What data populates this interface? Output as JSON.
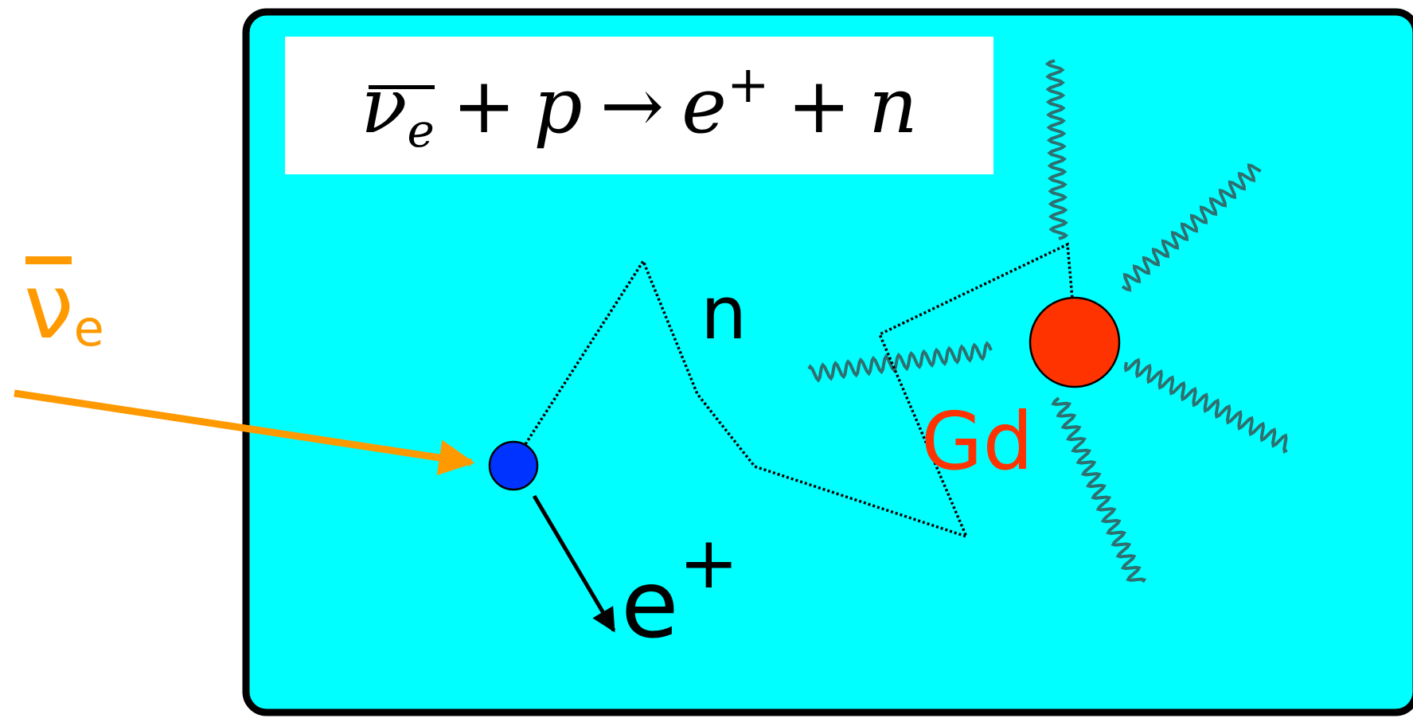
{
  "equation": {
    "nu": "ν",
    "nu_sub": "e",
    "plus1": "+",
    "p": "p",
    "arrow": "→",
    "e": "e",
    "e_sup": "+",
    "plus2": "+",
    "n": "n"
  },
  "labels": {
    "antineutrino": "ν",
    "antineutrino_sub": "e",
    "neutron": "n",
    "gadolinium": "Gd",
    "positron": "e",
    "positron_sup": "+"
  },
  "colors": {
    "detector_fill": "#00ffff",
    "detector_border": "#000000",
    "antineutrino": "#ff9900",
    "proton": "#0033ff",
    "gadolinium": "#ff3300",
    "gamma": "#2f6f6f",
    "neutron_path": "#000000",
    "positron": "#000000"
  }
}
